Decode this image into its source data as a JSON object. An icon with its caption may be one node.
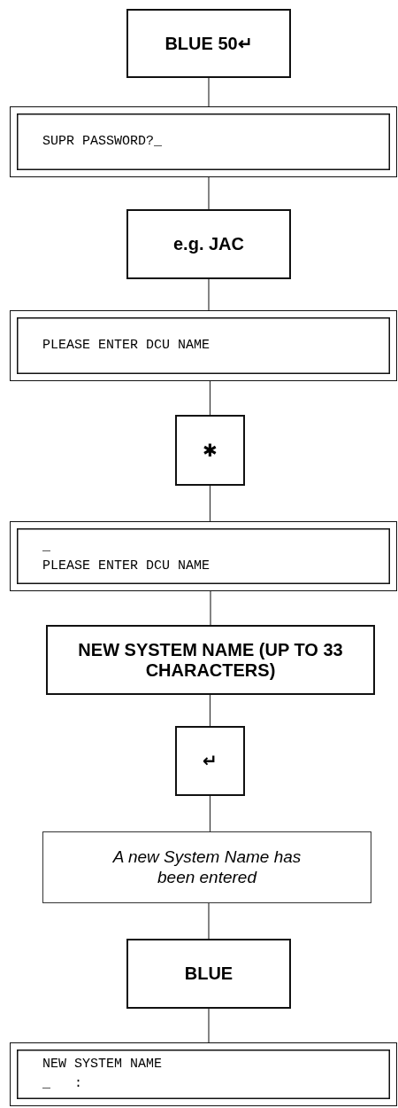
{
  "diagram": {
    "nodes": [
      {
        "text": [
          "BLUE 50↵"
        ]
      },
      {
        "text": [
          "SUPR PASSWORD?_"
        ]
      },
      {
        "text": [
          "e.g. JAC"
        ]
      },
      {
        "text": [
          "PLEASE ENTER DCU NAME"
        ]
      },
      {
        "text": [
          "✱"
        ]
      },
      {
        "text": [
          "_",
          "PLEASE ENTER DCU NAME"
        ]
      },
      {
        "text": [
          "NEW SYSTEM NAME (UP TO 33 CHARACTERS)"
        ]
      },
      {
        "text": [
          "↵"
        ]
      },
      {
        "text": [
          "A new System Name has been entered"
        ]
      },
      {
        "text": [
          "BLUE"
        ]
      },
      {
        "text": [
          "NEW SYSTEM NAME",
          "_   :"
        ]
      }
    ],
    "edges": [
      {
        "from": 0,
        "to": 1,
        "arrow": "none"
      },
      {
        "from": 1,
        "to": 2,
        "arrow": "none"
      },
      {
        "from": 2,
        "to": 3,
        "arrow": "none"
      },
      {
        "from": 3,
        "to": 4,
        "arrow": "none"
      },
      {
        "from": 4,
        "to": 5,
        "arrow": "none"
      },
      {
        "from": 5,
        "to": 6,
        "arrow": "none"
      },
      {
        "from": 6,
        "to": 7,
        "arrow": "none"
      },
      {
        "from": 7,
        "to": 8,
        "arrow": "none"
      },
      {
        "from": 8,
        "to": 9,
        "arrow": "none"
      },
      {
        "from": 9,
        "to": 10,
        "arrow": "none"
      }
    ]
  }
}
